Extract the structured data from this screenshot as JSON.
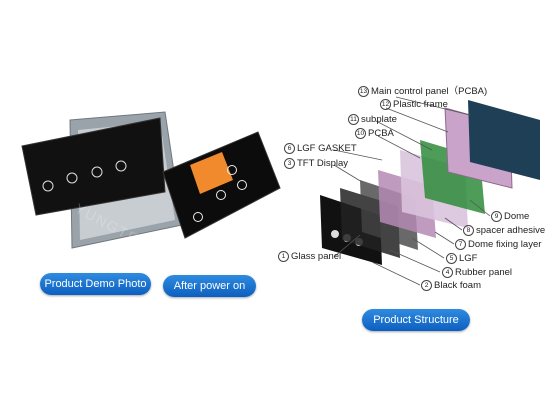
{
  "buttons": {
    "demo_photo": "Product Demo Photo",
    "after_power": "After power on",
    "structure": "Product Structure"
  },
  "watermark": "YUNGTELL CO., LTD",
  "parts": [
    {
      "num": "13",
      "label": "Main control panel（PCBA)"
    },
    {
      "num": "12",
      "label": "Plastic frame"
    },
    {
      "num": "11",
      "label": "subplate"
    },
    {
      "num": "10",
      "label": "PCBA"
    },
    {
      "num": "6",
      "label": "LGF GASKET"
    },
    {
      "num": "3",
      "label": "TFT Display"
    },
    {
      "num": "9",
      "label": "Dome"
    },
    {
      "num": "8",
      "label": "spacer adhesive"
    },
    {
      "num": "7",
      "label": "Dome fixing layer"
    },
    {
      "num": "1",
      "label": "Glass panel"
    },
    {
      "num": "5",
      "label": "LGF"
    },
    {
      "num": "4",
      "label": "Rubber panel"
    },
    {
      "num": "2",
      "label": "Black foam"
    }
  ],
  "colors": {
    "accent": "#1a73d1",
    "screen": "#f08a2c",
    "frame": "#c9a3c9"
  }
}
